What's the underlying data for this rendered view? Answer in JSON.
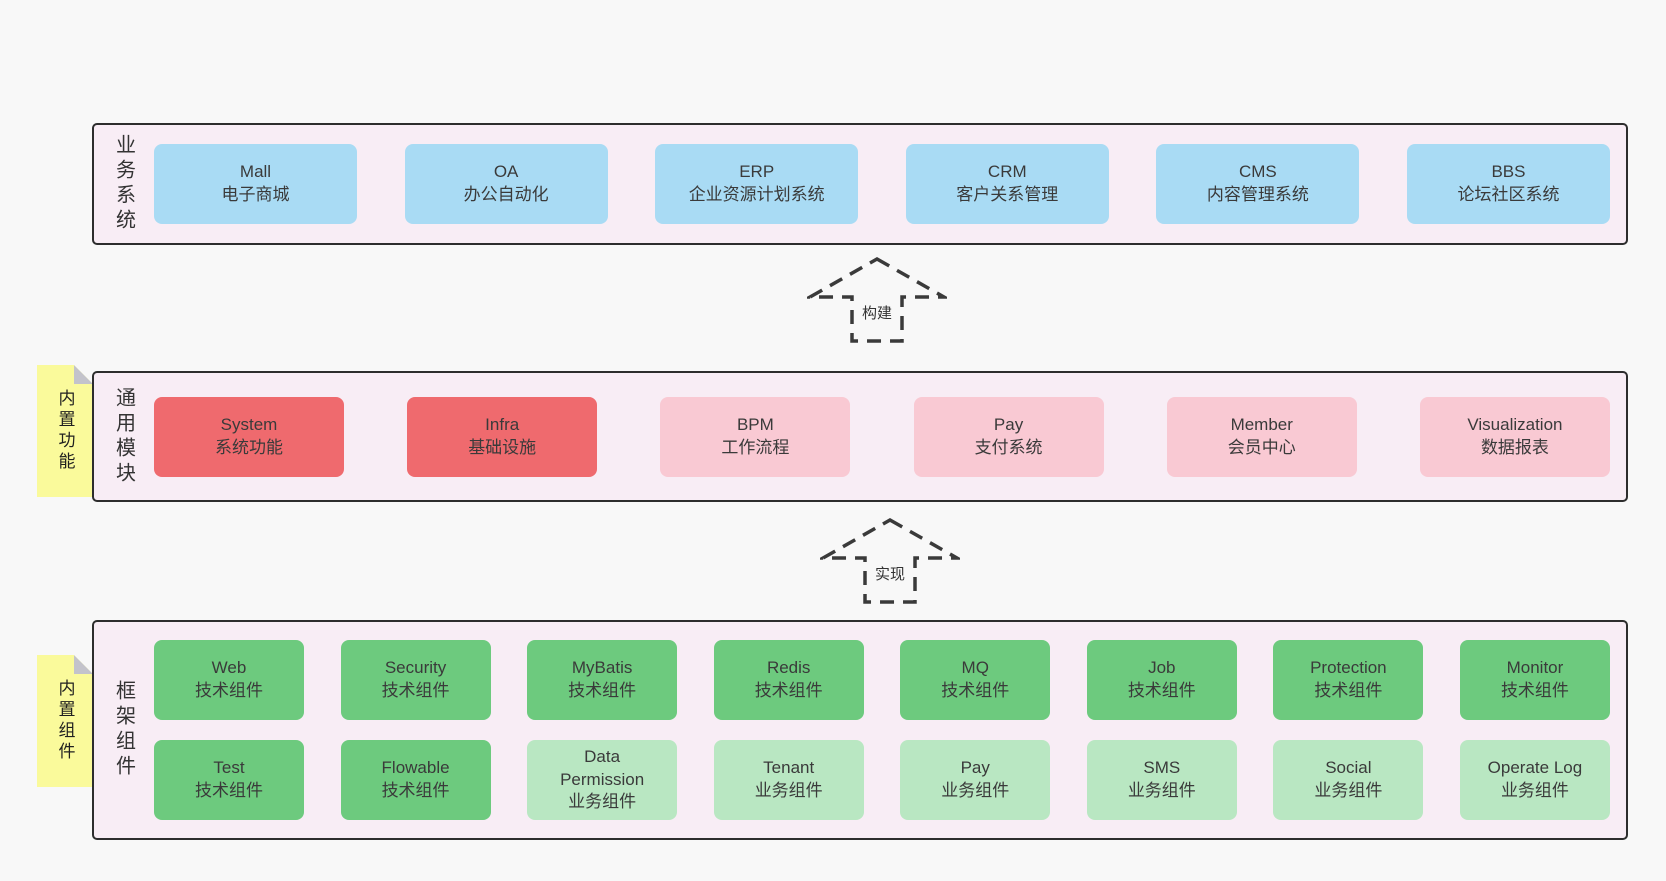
{
  "colors": {
    "page_background": "#f8f8f8",
    "panel_background": "#f8edf5",
    "panel_border": "#2d2d2d",
    "business_box": "#a9dbf4",
    "core_module_box": "#ef6a6e",
    "optional_module_box": "#f9c9d3",
    "tech_component_box": "#6dca7e",
    "biz_component_box": "#b9e7c2",
    "sticky_note": "#fafa9b",
    "note_fold": "#c3c3cb",
    "text": "#3a3a3a"
  },
  "arrows": [
    {
      "label": "构建"
    },
    {
      "label": "实现"
    }
  ],
  "layers": [
    {
      "label": "业务系统",
      "boxes": [
        {
          "title": "Mall",
          "subtitle": "电子商城",
          "variant": "business"
        },
        {
          "title": "OA",
          "subtitle": "办公自动化",
          "variant": "business"
        },
        {
          "title": "ERP",
          "subtitle": "企业资源计划系统",
          "variant": "business"
        },
        {
          "title": "CRM",
          "subtitle": "客户关系管理",
          "variant": "business"
        },
        {
          "title": "CMS",
          "subtitle": "内容管理系统",
          "variant": "business"
        },
        {
          "title": "BBS",
          "subtitle": "论坛社区系统",
          "variant": "business"
        }
      ]
    },
    {
      "label": "通用模块",
      "note": "内置功能",
      "boxes": [
        {
          "title": "System",
          "subtitle": "系统功能",
          "variant": "core"
        },
        {
          "title": "Infra",
          "subtitle": "基础设施",
          "variant": "core"
        },
        {
          "title": "BPM",
          "subtitle": "工作流程",
          "variant": "optional"
        },
        {
          "title": "Pay",
          "subtitle": "支付系统",
          "variant": "optional"
        },
        {
          "title": "Member",
          "subtitle": "会员中心",
          "variant": "optional"
        },
        {
          "title": "Visualization",
          "subtitle": "数据报表",
          "variant": "optional"
        }
      ]
    },
    {
      "label": "框架组件",
      "note": "内置组件",
      "rows": [
        [
          {
            "title": "Web",
            "subtitle": "技术组件",
            "variant": "tech"
          },
          {
            "title": "Security",
            "subtitle": "技术组件",
            "variant": "tech"
          },
          {
            "title": "MyBatis",
            "subtitle": "技术组件",
            "variant": "tech"
          },
          {
            "title": "Redis",
            "subtitle": "技术组件",
            "variant": "tech"
          },
          {
            "title": "MQ",
            "subtitle": "技术组件",
            "variant": "tech"
          },
          {
            "title": "Job",
            "subtitle": "技术组件",
            "variant": "tech"
          },
          {
            "title": "Protection",
            "subtitle": "技术组件",
            "variant": "tech"
          },
          {
            "title": "Monitor",
            "subtitle": "技术组件",
            "variant": "tech"
          }
        ],
        [
          {
            "title": "Test",
            "subtitle": "技术组件",
            "variant": "tech"
          },
          {
            "title": "Flowable",
            "subtitle": "技术组件",
            "variant": "tech"
          },
          {
            "title": "Data Permission",
            "subtitle": "业务组件",
            "variant": "biz"
          },
          {
            "title": "Tenant",
            "subtitle": "业务组件",
            "variant": "biz"
          },
          {
            "title": "Pay",
            "subtitle": "业务组件",
            "variant": "biz"
          },
          {
            "title": "SMS",
            "subtitle": "业务组件",
            "variant": "biz"
          },
          {
            "title": "Social",
            "subtitle": "业务组件",
            "variant": "biz"
          },
          {
            "title": "Operate Log",
            "subtitle": "业务组件",
            "variant": "biz"
          }
        ]
      ]
    }
  ]
}
